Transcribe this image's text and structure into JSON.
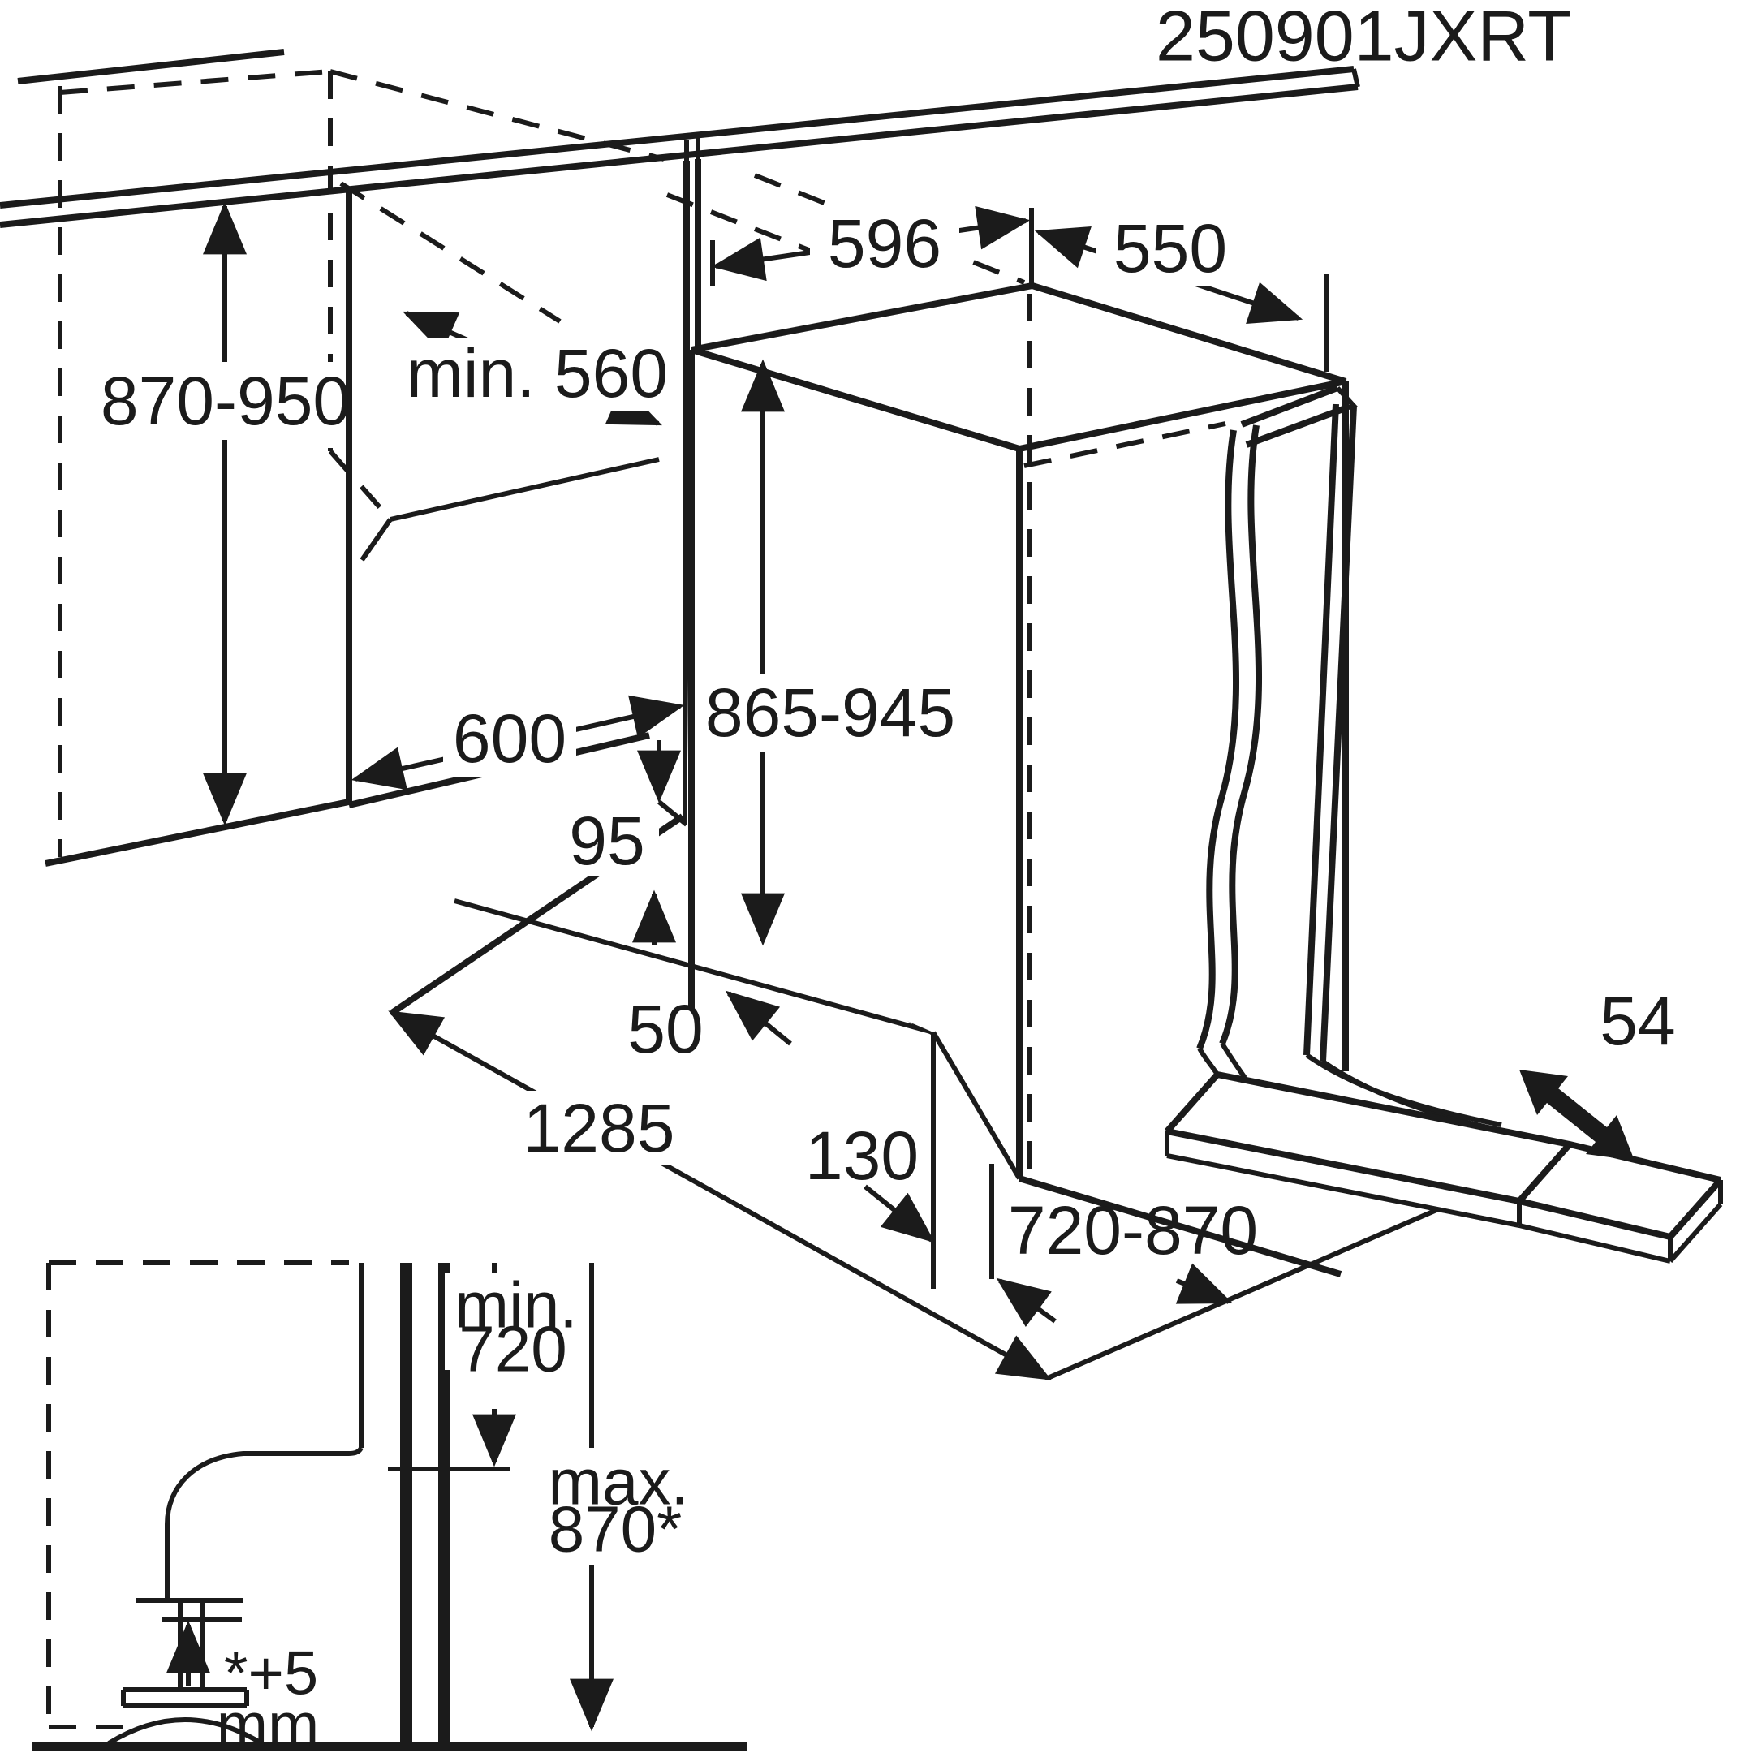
{
  "page": {
    "background": "#ffffff",
    "ink": "#1b1b1b"
  },
  "header": {
    "drawing_code": "250901JXRT"
  },
  "dimensions": {
    "counter_height": "870-950",
    "niche_depth": "min. 560",
    "appliance_width": "596",
    "appliance_depth": "550",
    "appliance_height": "865-945",
    "niche_width": "600",
    "plinth_step_height": "95",
    "plinth_recess_depth": "50",
    "depth_door_open": "1285",
    "door_front_clearance": "130",
    "open_door_reach": "720-870",
    "door_slide_travel": "54"
  },
  "inset": {
    "plinth_min_prefix": "min.",
    "plinth_min_value": "720",
    "panel_max_prefix": "max.",
    "panel_max_value": "870*",
    "foot_adjust_value": "*+5",
    "foot_adjust_unit": "mm"
  }
}
